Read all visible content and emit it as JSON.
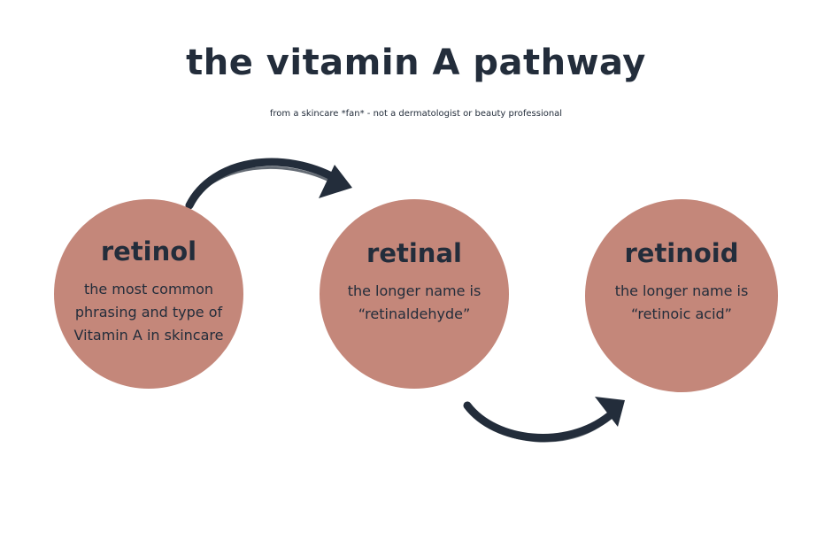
{
  "title": "the vitamin A pathway",
  "subtitle": "from a skincare *fan* - not a dermatologist or beauty professional",
  "nodes": [
    {
      "name": "retinol",
      "description": "the most common\nphrasing and type of\nVitamin A in skincare"
    },
    {
      "name": "retinal",
      "description": "the longer name is\n“retinaldehyde”"
    },
    {
      "name": "retinoid",
      "description": "the longer name is\n“retinoic acid”"
    }
  ],
  "colors": {
    "circle": "#c4877a",
    "text": "#232d3b",
    "arrow": "#232d3b",
    "background": "#ffffff"
  },
  "icons": [
    "curved-arrow-icon",
    "curved-arrow-icon"
  ]
}
